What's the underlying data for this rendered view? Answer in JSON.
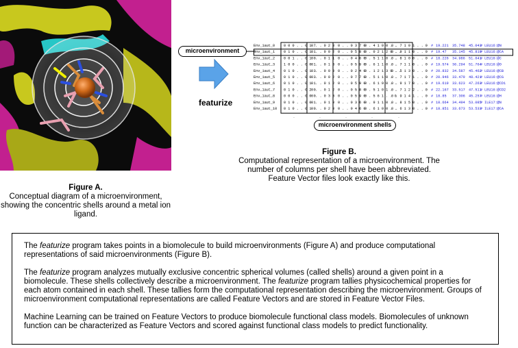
{
  "figureA": {
    "title": "Figure A.",
    "caption": "Conceptual diagram of a microenvironment, showing the concentric shells around a metal ion ligand."
  },
  "figureB": {
    "title": "Figure B.",
    "caption_line1": "Computational representation of a microenvironment. The number of columns per shell have been abbreviated.",
    "caption_line2": "Feature Vector files look exactly like this."
  },
  "labels": {
    "microenvironment": "microenvironment",
    "featurize": "featurize",
    "microenvironment_shells": "microenvironment shells"
  },
  "feature_vectors": {
    "rows": [
      {
        "name": "Env_1aut_0",
        "shells": [
          "0 0 0 . . 0 1 7",
          "0 . . 0 2 3",
          "0 . . 0 3 7 0",
          "0 . 4 1 0 0 . .",
          "0 . 7 1 0 1 . . 0"
        ],
        "x": "19.221",
        "y": "35.748",
        "z": "45.043",
        "label": "LEU16:@N"
      },
      {
        "name": "Env_1aut_1",
        "shells": [
          "0 1 0 . . 0 1 1",
          "0 . . 0 0 2",
          "0 . . 0 5 8 0",
          "0 . 0 2 1 2 0 . .",
          "0 . 9 1 1 0 . . 0"
        ],
        "x": "19.47",
        "y": "35.145",
        "z": "45.819",
        "label": "LEU16:@CA"
      },
      {
        "name": "Env_1aut_2",
        "shells": [
          "0 0 1 . . 0 1 0",
          "0 . . 0 1 1",
          "0 . . 0 4 6 0",
          "0 . 5 1 1 0 . .",
          "0 . 8 1 0 0 . . 0"
        ],
        "x": "18.226",
        "y": "34.986",
        "z": "51.641",
        "label": "LEU16:@C"
      },
      {
        "name": "Env_1aut_3",
        "shells": [
          "1 0 0 . . 0 0 1",
          "0 . . 0 1 3",
          "0 . . 0 5 9 0",
          "0 . 6 1 1 0 . .",
          "0 . 7 1 1 0 . . 0"
        ],
        "x": "19.574",
        "y": "36.294",
        "z": "51.764",
        "label": "LEU16:@O"
      },
      {
        "name": "Env_1aut_4",
        "shells": [
          "0 1 0 . . 0 1 3",
          "0 . . 0 0 0",
          "0 . . 0 2 4 0",
          "0 . 1 2 1 3 0 . .",
          "0 . 5 1 3 0 . . 0"
        ],
        "x": "20.832",
        "y": "34.587",
        "z": "45.462",
        "label": "LEU16:@CB"
      },
      {
        "name": "Env_1aut_5",
        "shells": [
          "0 1 0 . . 0 0 3",
          "0 . . 0 0 2",
          "0 . . 0 7 7 0",
          "0 . 5 1 1 0 . .",
          "0 . 7 1 7 1 . . 0"
        ],
        "x": "20.946",
        "y": "33.479",
        "z": "48.421",
        "label": "LEU16:@CG"
      },
      {
        "name": "Env_1aut_6",
        "shells": [
          "0 1 0 . . 0 1 1",
          "0 . . 0 1 2",
          "0 . . 0 5 9 0",
          "0 . 6 1 9 0 . .",
          "0 . 9 1 7 0 . . 0"
        ],
        "x": "19.619",
        "y": "33.623",
        "z": "47.263",
        "label": "LEU16:@CD1"
      },
      {
        "name": "Env_1aut_7",
        "shells": [
          "0 1 0 . . 0 2 0",
          "0 . . 0 1 2",
          "0 . . 0 5 8 0",
          "0 . 5 1 0 1 . .",
          "0 . 7 1 2 2 . . 0"
        ],
        "x": "22.167",
        "y": "33.517",
        "z": "47.511",
        "label": "LEU16:@CD2"
      },
      {
        "name": "Env_1aut_8",
        "shells": [
          "0 0 0 . . 0 0 0",
          "0 . . 0 3 3",
          "0 . . 0 5 9 0",
          "0 . 5 6 1 . . 0",
          "0 . 9 1 4 1 . . 0"
        ],
        "x": "18.85",
        "y": "37.306",
        "z": "45.257",
        "label": "LEU16:@H"
      },
      {
        "name": "Env_1aut_9",
        "shells": [
          "0 1 0 . . 0 0 1",
          "0 . . 0 1 0",
          "0 . . 0 3 6 0",
          "0 . 9 1 1 0 . .",
          "0 . 8 1 5 0 . . 0"
        ],
        "x": "18.664",
        "y": "34.494",
        "z": "53.085",
        "label": "ILE17:@N"
      },
      {
        "name": "Env_1aut_10",
        "shells": [
          "0 1 0 . . 0 1 0",
          "0 . . 0 2 0",
          "0 . . 0 4 6 0",
          "0 . 6 1 0 0 . .",
          "0 . 6 1 3 0 . . 0"
        ],
        "x": "18.851",
        "y": "33.673",
        "z": "53.533",
        "label": "ILE17:@CA"
      }
    ],
    "highlighted_row": 1,
    "id_color": "#1a1ad8"
  },
  "description": {
    "p1_a": "The ",
    "p1_em": "featurize",
    "p1_b": " program takes points in a biomolecule to build microenvironments (Figure A) and produce computational representations of said microenvironments (Figure B).",
    "p2_a": "The ",
    "p2_em": "featurize",
    "p2_b": " program analyzes mutually exclusive concentric spherical volumes (called shells) around a given point in a biomolecule. These shells collectively describe a microenvironment. The ",
    "p2_em2": "featurize",
    "p2_c": " program tallies physicochemical properties for each atom contained in each shell.  These tallies form the computational representation describing the microenvironment. Groups of microenvironment computational representations are called Feature Vectors and are stored in Feature Vector Files.",
    "p3": "Machine Learning can be trained on Feature Vectors to produce biomolecule functional class models. Biomolecules of unknown function can be characterized as Feature Vectors and scored against functional class models to predict functionality."
  },
  "colors": {
    "arrow": "#5aa3e8",
    "helix_yellow": "#c8c81e",
    "helix_magenta": "#c2208f",
    "helix_cyan": "#27c7c7",
    "metal_ion": "#d06a1a"
  }
}
